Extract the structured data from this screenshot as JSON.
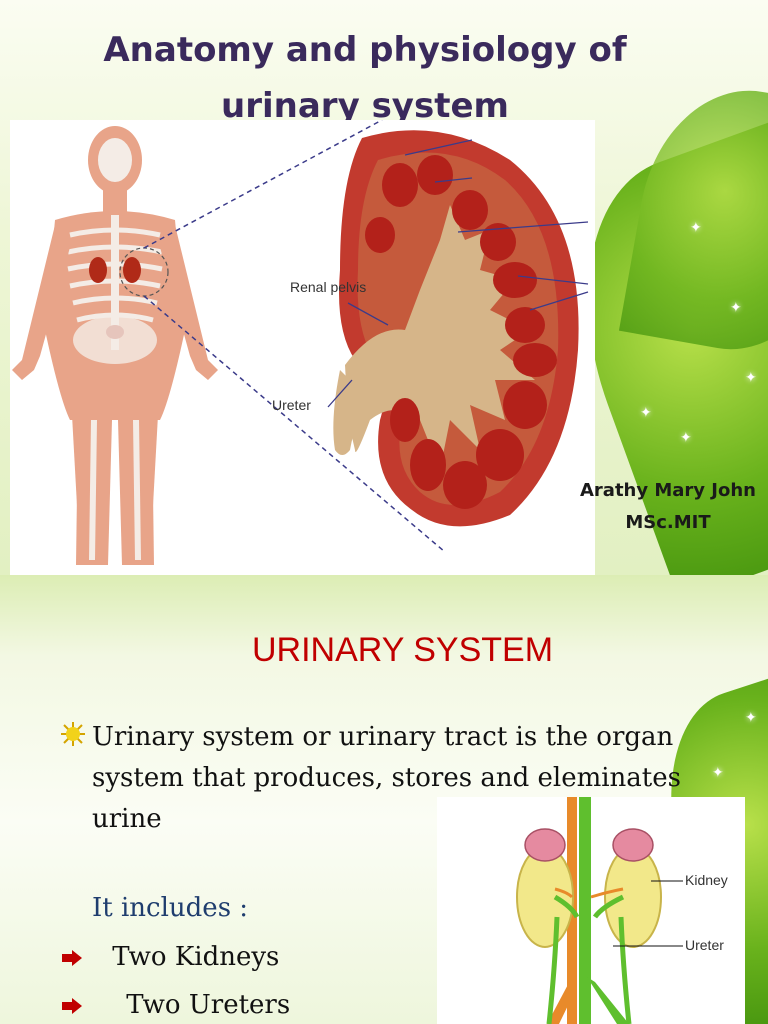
{
  "slide1": {
    "title_line1": "Anatomy and physiology of",
    "title_line2": "urinary system",
    "labels": {
      "renal_pelvis": "Renal pelvis",
      "ureter": "Ureter"
    },
    "author_name": "Arathy Mary John",
    "author_degree": "MSc.MIT"
  },
  "slide2": {
    "title": "URINARY SYSTEM",
    "bullet": "Urinary system or urinary tract is the organ system that produces, stores and eleminates urine",
    "includes": "It includes :",
    "items": [
      "Two Kidneys",
      "Two Ureters"
    ],
    "figure_labels": {
      "kidney": "Kidney",
      "ureter": "Ureter"
    }
  },
  "colors": {
    "title": "#3a2a5c",
    "slide2_title": "#c00000",
    "includes": "#1f3d6e",
    "leaf_green": "#69b21c",
    "arrow_red": "#c00000"
  },
  "icons": [
    "sun-bullet-icon",
    "red-arrow-icon"
  ]
}
